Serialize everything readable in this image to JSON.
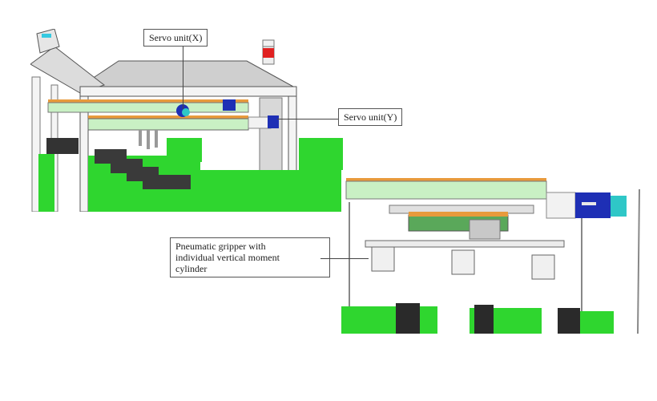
{
  "figure": {
    "left_view": {
      "description": "Isometric gantry overview"
    },
    "right_view": {
      "description": "Close-up of gripper carriage"
    },
    "labels": {
      "servo_x": "Servo unit(X)",
      "servo_y": "Servo unit(Y)",
      "gripper_line1": "Pneumatic gripper with",
      "gripper_line2": "individual vertical moment",
      "gripper_line3": "cylinder"
    },
    "colors": {
      "conveyor_green": "#2fd62f",
      "light_green": "#c9f0c4",
      "orange_rail": "#e89a3c",
      "servo_blue": "#1e2fb5",
      "servo_cyan": "#2fc7c7",
      "frame_gray": "#d8d8d8",
      "block_dark": "#333333",
      "beacon_red": "#e02020"
    }
  }
}
